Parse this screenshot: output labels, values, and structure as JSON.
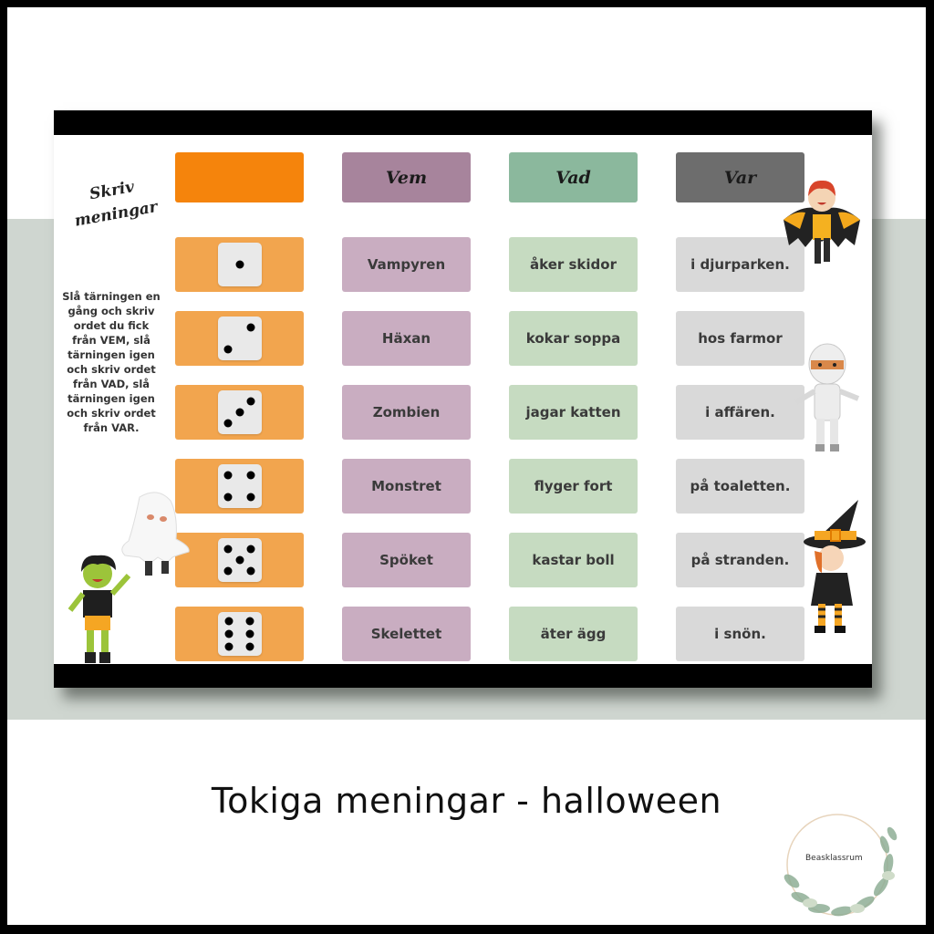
{
  "card": {
    "title": "Skriv meningar",
    "title_line1": "Skriv",
    "title_line2": "meningar",
    "instructions": "Slå tärningen en gång och skriv ordet du fick från VEM, slå tärningen igen och skriv ordet från VAD, slå tärningen igen och skriv ordet från VAR."
  },
  "columns": {
    "dice_header": "",
    "vem": "Vem",
    "vad": "Vad",
    "var": "Var"
  },
  "colors": {
    "dice_header": "#f5840c",
    "dice_cell": "#f2a54e",
    "vem_header": "#a7849c",
    "vem_cell": "#c9adc1",
    "vad_header": "#8bb89d",
    "vad_cell": "#c6dbc1",
    "var_header": "#6d6d6d",
    "var_cell": "#d9d9d9",
    "band": "#cfd6d0"
  },
  "rows": [
    {
      "die": 1,
      "vem": "Vampyren",
      "vad": "åker skidor",
      "var": "i djurparken."
    },
    {
      "die": 2,
      "vem": "Häxan",
      "vad": "kokar soppa",
      "var": "hos farmor"
    },
    {
      "die": 3,
      "vem": "Zombien",
      "vad": "jagar katten",
      "var": "i affären."
    },
    {
      "die": 4,
      "vem": "Monstret",
      "vad": "flyger fort",
      "var": "på toaletten."
    },
    {
      "die": 5,
      "vem": "Spöket",
      "vad": "kastar boll",
      "var": "på stranden."
    },
    {
      "die": 6,
      "vem": "Skelettet",
      "vad": "äter ägg",
      "var": "i snön."
    }
  ],
  "illustrations": [
    "vampire-kid",
    "mummy-kid",
    "witch-kid",
    "ghost",
    "zombie-kid"
  ],
  "caption": "Tokiga meningar - halloween",
  "logo": {
    "text": "Beasklassrum"
  }
}
